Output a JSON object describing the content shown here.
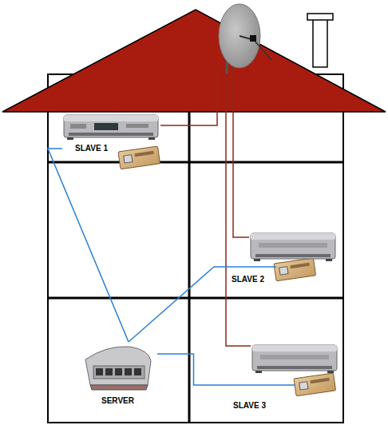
{
  "diagram": {
    "nodes": [
      {
        "text": [
          "SLAVE 1"
        ]
      },
      {
        "text": [
          "SLAVE 2"
        ]
      },
      {
        "text": [
          "SERVER"
        ]
      },
      {
        "text": [
          "SLAVE 3"
        ]
      }
    ],
    "edges": [
      {
        "from": 2,
        "to": 0,
        "arrow": "none"
      },
      {
        "from": 2,
        "to": 1,
        "arrow": "none"
      },
      {
        "from": 2,
        "to": 3,
        "arrow": "none"
      }
    ]
  }
}
